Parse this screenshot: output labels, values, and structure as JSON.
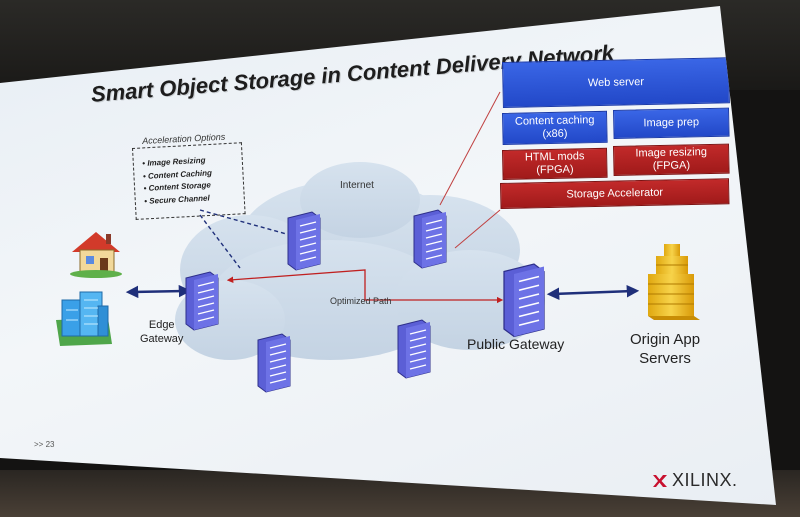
{
  "slide": {
    "title": "Smart Object Storage in Content Delivery Network",
    "slide_number": ">> 23",
    "brand": "XILINX."
  },
  "acceleration": {
    "title": "Acceleration Options",
    "items": [
      "Image Resizing",
      "Content Caching",
      "Content Storage",
      "Secure Channel"
    ]
  },
  "labels": {
    "internet": "Internet",
    "optimized_path": "Optimized Path",
    "edge_gateway": "Edge\nGateway",
    "public_gateway": "Public Gateway",
    "origin_app_servers": "Origin App\nServers"
  },
  "stack": {
    "web_server": "Web server",
    "content_caching": "Content caching\n(x86)",
    "image_prep": "Image prep",
    "html_mods": "HTML mods\n(FPGA)",
    "image_resizing": "Image resizing\n(FPGA)",
    "storage_accelerator": "Storage Accelerator"
  },
  "colors": {
    "blue_box": "#2a52d6",
    "red_box": "#b02020",
    "server_blue": "#5b5fd6",
    "origin_gold": "#f2c230",
    "arrow_navy": "#1f2f7a",
    "path_red": "#c02020"
  },
  "icons": [
    "house-icon",
    "office-building-icon",
    "server-rack-icon",
    "origin-server-icon",
    "xilinx-logo-icon"
  ]
}
